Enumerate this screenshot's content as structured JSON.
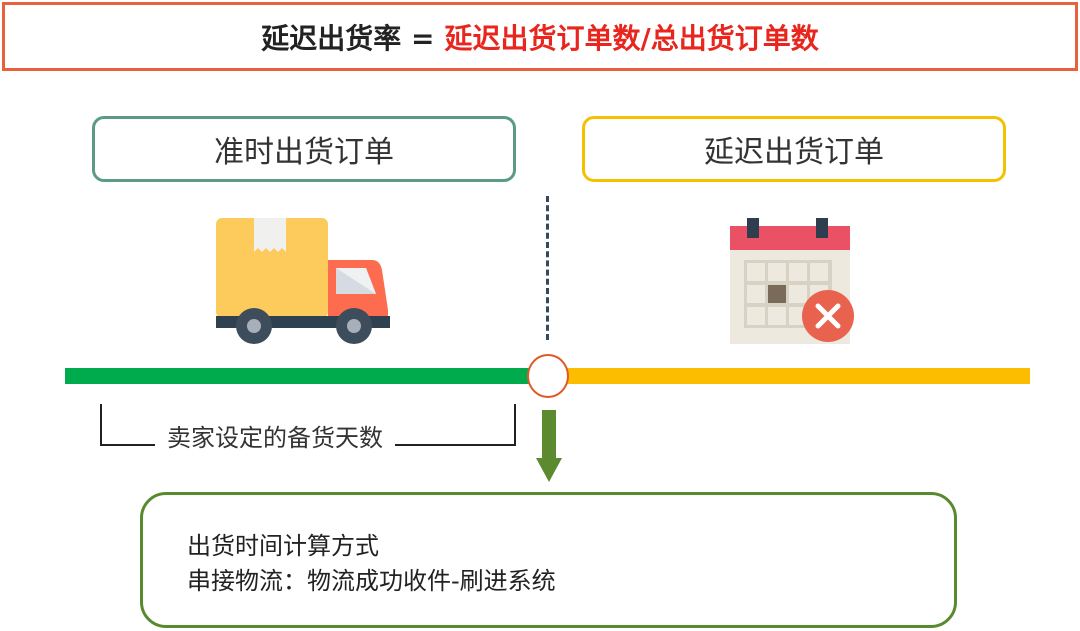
{
  "formula": {
    "lhs": "延迟出货率 =",
    "rhs": "延迟出货订单数/总出货订单数"
  },
  "categories": {
    "on_time": "准时出货订单",
    "late": "延迟出货订单"
  },
  "bracket_label": "卖家设定的备货天数",
  "method": {
    "title": "出货时间计算方式",
    "detail": "串接物流：物流成功收件-刷进系统"
  },
  "colors": {
    "on_time": "#00ab4e",
    "late": "#fcbd00",
    "accent": "#e8603c"
  }
}
